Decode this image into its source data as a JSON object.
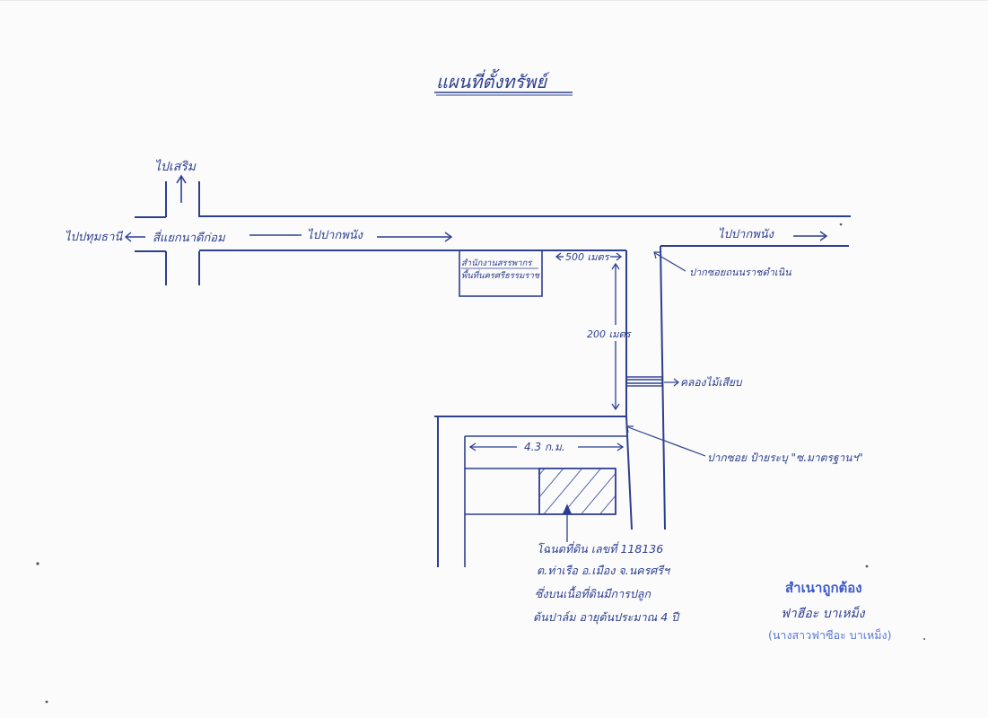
{
  "title": "แผนที่ตั้งทรัพย์",
  "colors": {
    "ink": "#2d3f8f",
    "stamp": "#3d5bc9",
    "paper": "#fbfbfb"
  },
  "labels": {
    "north": "ไปเสริม",
    "west": "ไปปทุมธานี",
    "junction": "สี่แยกนาดีก่อม",
    "toward_road": "ไปปากพนัง",
    "east": "ไปปากพนัง",
    "office_line1": "สำนักงานสรรพากร",
    "office_line2": "พื้นที่นครศรีธรรมราช",
    "dist_h": "500 เมตร",
    "dist_v": "200 เมตร",
    "soi_entrance": "ปากซอยถนนราชดำเนิน",
    "canal": "คลองไม้เสียบ",
    "soi_sign": "ปากซอย ป้ายระบุ \"ซ.มาตรฐานฯ\"",
    "plot_width": "4.3 ก.ม.",
    "deed_line1": "โฉนดที่ดิน เลขที่ 118136",
    "deed_line2": "ต.ท่าเรือ อ.เมือง จ.นครศรีฯ",
    "deed_line3": "ซึ่งบนเนื้อที่ดินมีการปลูก",
    "deed_line4": "ต้นปาล์ม อายุต้นประมาณ 4 ปี"
  },
  "stamp": {
    "title": "สำเนาถูกต้อง",
    "signature": "ฟาฮีอะ บาเหม็ง",
    "name": "(นางสาวฟาซีอะ บาเหม็ง)"
  }
}
